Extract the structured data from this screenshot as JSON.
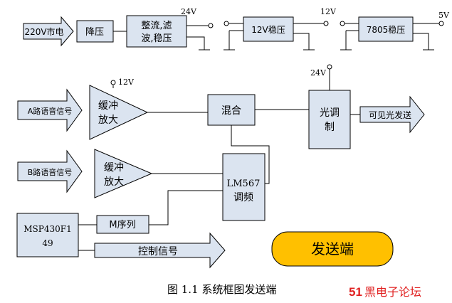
{
  "power_chain": {
    "mains": "220V市电",
    "stepdown": "降压",
    "rectify_line1": "整流,滤",
    "rectify_line2": "波,稳压",
    "v24": "24V",
    "reg12": "12V稳压",
    "v12": "12V",
    "reg5": "7805稳压",
    "v5": "5V"
  },
  "signal_chain": {
    "input_a": "A路语音信号",
    "input_b": "B路语音信号",
    "buffer_a_line1": "缓冲",
    "buffer_a_line2": "放大",
    "buffer_a_supply": "12V",
    "buffer_b_line1": "缓冲",
    "buffer_b_line2": "放大",
    "mixer": "混合",
    "modulator_line1": "光调",
    "modulator_line2": "制",
    "modulator_supply": "24V",
    "output": "可见光发送",
    "lm567_line1": "LM567",
    "lm567_line2": "调频",
    "mcu_line1": "MSP430F1",
    "mcu_line2": "49",
    "m_sequence": "M序列",
    "control_signal": "控制信号"
  },
  "badge": {
    "label": "发送端",
    "color": "#ffc000"
  },
  "caption": "图 1.1  系统框图发送端",
  "watermark": {
    "number": "51",
    "text": "黑电子论坛",
    "color": "#e02020"
  },
  "colors": {
    "block_fill": "#dbe4f0",
    "stroke": "#000000"
  }
}
